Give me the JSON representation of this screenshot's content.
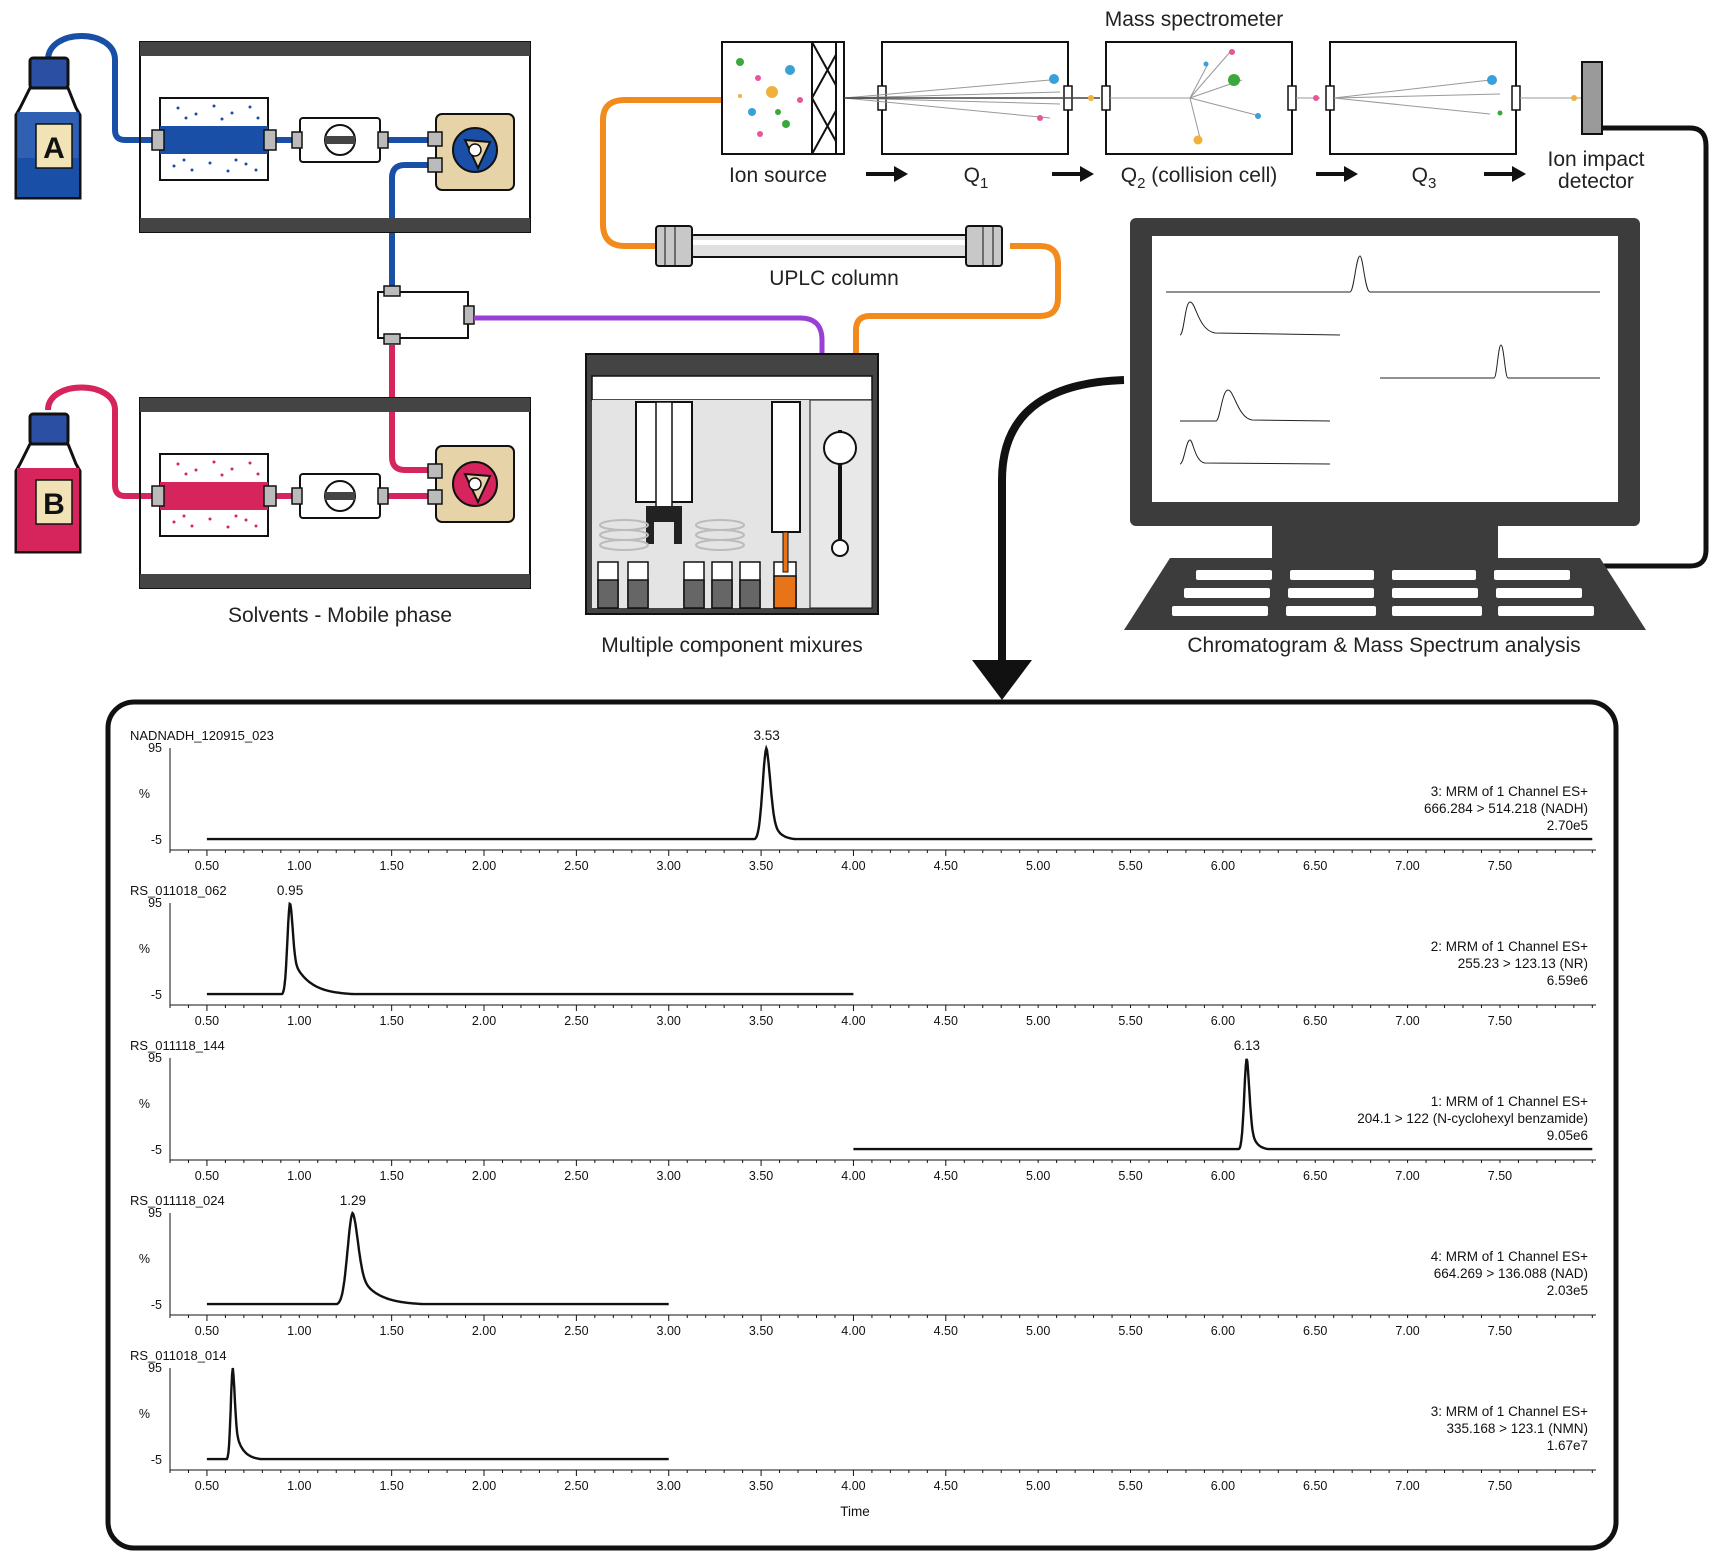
{
  "labels": {
    "ion_source": "Ion source",
    "q1": "Q",
    "q1_sub": "1",
    "q2": "Q",
    "q2_sub": "2",
    "q2_suffix": " (collision cell)",
    "q3": "Q",
    "q3_sub": "3",
    "ms_title": "Mass spectrometer",
    "detector_l1": "Ion impact",
    "detector_l2": "detector",
    "uplc": "UPLC column",
    "solvents": "Solvents - Mobile phase",
    "mixtures": "Multiple component mixures",
    "analysis": "Chromatogram & Mass Spectrum analysis",
    "bottle_a": "A",
    "bottle_b": "B"
  },
  "colors": {
    "solvent_a": "#1a4fa8",
    "solvent_b": "#d6245c",
    "column_tube": "#f28a1c",
    "sample_tube": "#9a3fd6",
    "pump_body": "#e6d3a8",
    "monitor": "#3c3c3c"
  },
  "chart_data": {
    "type": "line",
    "xlabel": "Time",
    "ylim": [
      -5,
      95
    ],
    "ytick_labels": [
      "95",
      "%",
      "-5"
    ],
    "xticks": [
      "0.50",
      "1.00",
      "1.50",
      "2.00",
      "2.50",
      "3.00",
      "3.50",
      "4.00",
      "4.50",
      "5.00",
      "5.50",
      "6.00",
      "6.50",
      "7.00",
      "7.50"
    ],
    "series": [
      {
        "name": "NADNADH_120915_023",
        "x_range": [
          0.5,
          8.0
        ],
        "peak": 3.53,
        "peak_label": "3.53",
        "width": 0.03,
        "tail": 0.04,
        "pre": 0.0,
        "ann1": "3: MRM of 1 Channel ES+",
        "ann2": "666.284 > 514.218 (NADH)",
        "ann3": "2.70e5"
      },
      {
        "name": "RS_011018_062",
        "x_range": [
          0.5,
          4.0
        ],
        "peak": 0.95,
        "peak_label": "0.95",
        "width": 0.02,
        "tail": 0.09,
        "pre": 0.0,
        "ann1": "2: MRM of 1 Channel ES+",
        "ann2": "255.23 > 123.13 (NR)",
        "ann3": "6.59e6"
      },
      {
        "name": "RS_011118_144",
        "x_range": [
          4.0,
          8.0
        ],
        "peak": 6.13,
        "peak_label": "6.13",
        "width": 0.02,
        "tail": 0.03,
        "pre": 0.0,
        "ann1": "1: MRM of 1 Channel ES+",
        "ann2": "204.1 > 122 (N-cyclohexyl benzamide)",
        "ann3": "9.05e6"
      },
      {
        "name": "RS_011118_024",
        "x_range": [
          0.5,
          3.0
        ],
        "peak": 1.29,
        "peak_label": "1.29",
        "width": 0.04,
        "tail": 0.1,
        "pre": 0.0,
        "ann1": "4: MRM of 1 Channel ES+",
        "ann2": "664.269 > 136.088 (NAD)",
        "ann3": "2.03e5"
      },
      {
        "name": "RS_011018_014",
        "x_range": [
          0.5,
          3.0
        ],
        "peak": 0.64,
        "peak_label": "",
        "width": 0.015,
        "tail": 0.04,
        "pre": 0.0,
        "ann1": "3: MRM of 1 Channel ES+",
        "ann2": "335.168 > 123.1 (NMN)",
        "ann3": "1.67e7"
      }
    ]
  }
}
